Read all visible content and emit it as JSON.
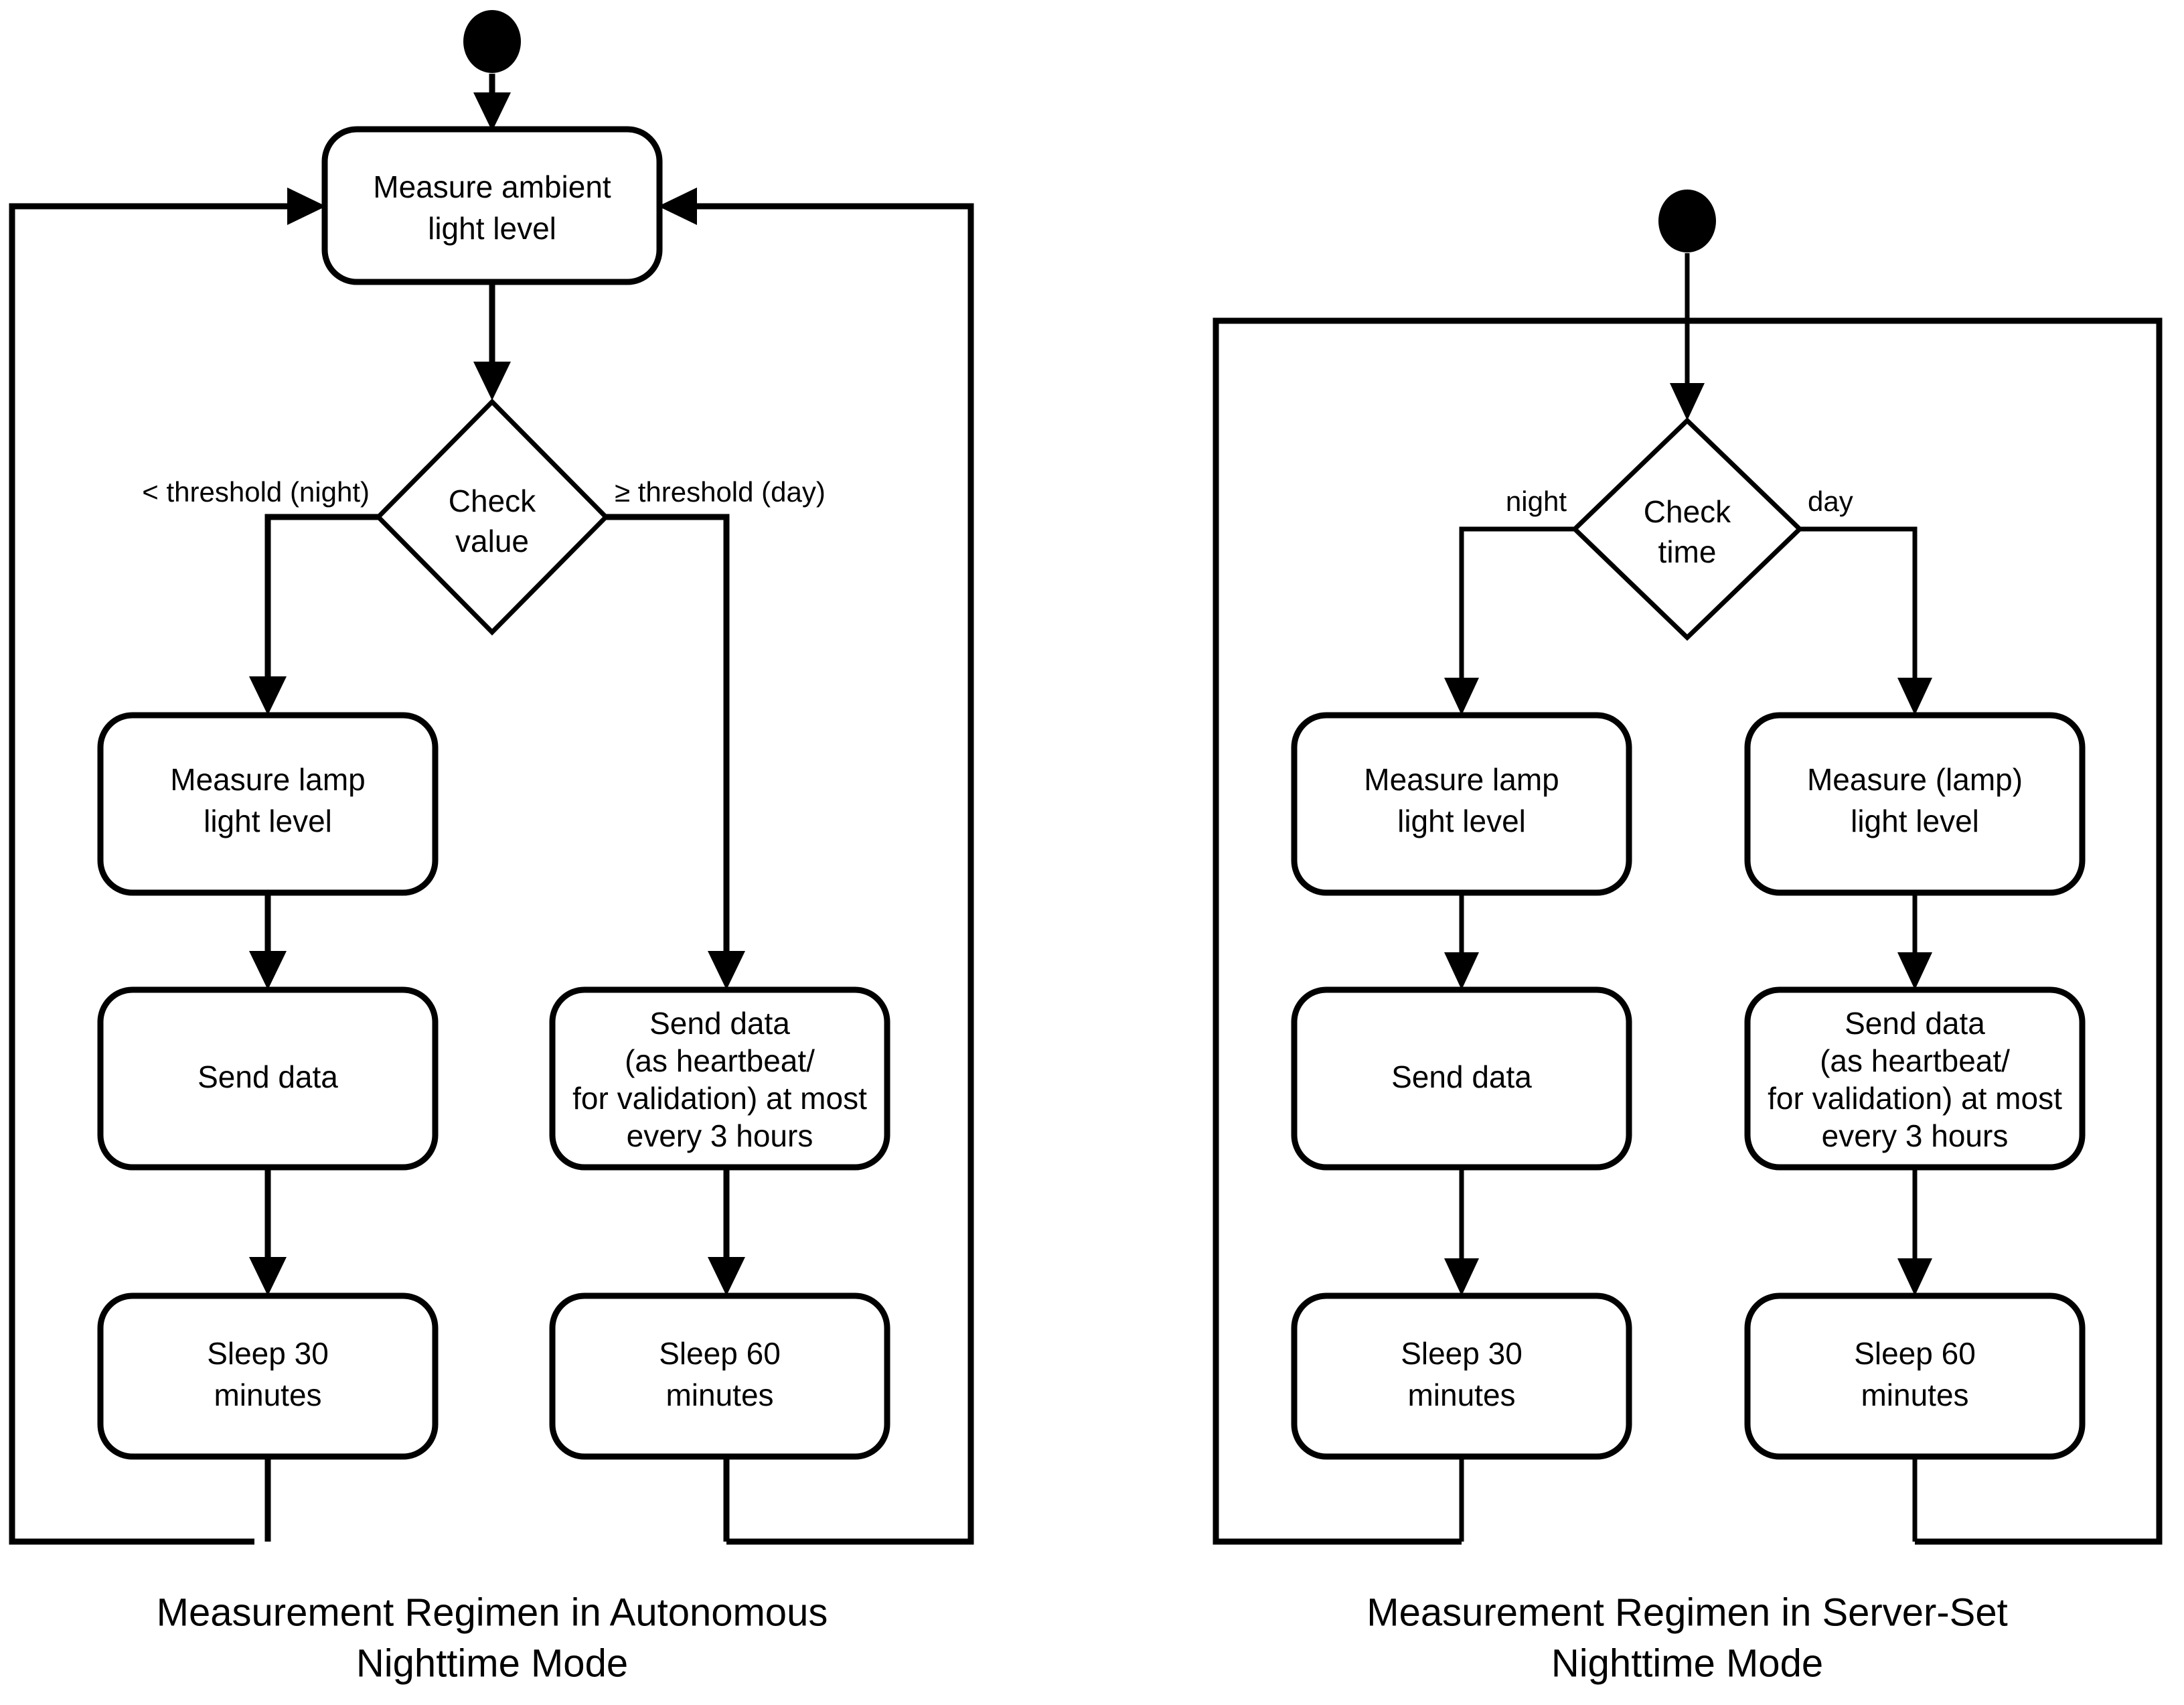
{
  "figure": {
    "background_color": "#ffffff",
    "line_color": "#000000",
    "diagram_type": "uml-activity-flowchart",
    "panels": [
      {
        "id": "autonomous",
        "caption_line1": "Measurement Regimen in Autonomous",
        "caption_line2": "Nighttime Mode",
        "start_node": "start-dot",
        "nodes": {
          "measure_ambient_l1": "Measure ambient",
          "measure_ambient_l2": "light level",
          "decision_l1": "Check",
          "decision_l2": "value",
          "measure_lamp_l1": "Measure lamp",
          "measure_lamp_l2": "light level",
          "send_data": "Send data",
          "send_data_hb_l1": "Send data",
          "send_data_hb_l2": "(as heartbeat/",
          "send_data_hb_l3": "for validation) at most",
          "send_data_hb_l4": "every 3 hours",
          "sleep_left_l1": "Sleep 30",
          "sleep_left_l2": "minutes",
          "sleep_right_l1": "Sleep 60",
          "sleep_right_l2": "minutes"
        },
        "edge_labels": {
          "left_branch": "< threshold (night)",
          "right_branch": "≥ threshold (day)"
        }
      },
      {
        "id": "server-set",
        "caption_line1": "Measurement Regimen in Server-Set",
        "caption_line2": "Nighttime Mode",
        "start_node": "start-dot",
        "nodes": {
          "decision_l1": "Check",
          "decision_l2": "time",
          "measure_lamp_l1": "Measure lamp",
          "measure_lamp_l2": "light level",
          "measure_lamp_paren_l1": "Measure (lamp)",
          "measure_lamp_paren_l2": "light level",
          "send_data": "Send data",
          "send_data_hb_l1": "Send data",
          "send_data_hb_l2": "(as heartbeat/",
          "send_data_hb_l3": "for validation) at most",
          "send_data_hb_l4": "every 3 hours",
          "sleep_left_l1": "Sleep 30",
          "sleep_left_l2": "minutes",
          "sleep_right_l1": "Sleep 60",
          "sleep_right_l2": "minutes"
        },
        "edge_labels": {
          "left_branch": "night",
          "right_branch": "day"
        }
      }
    ]
  }
}
